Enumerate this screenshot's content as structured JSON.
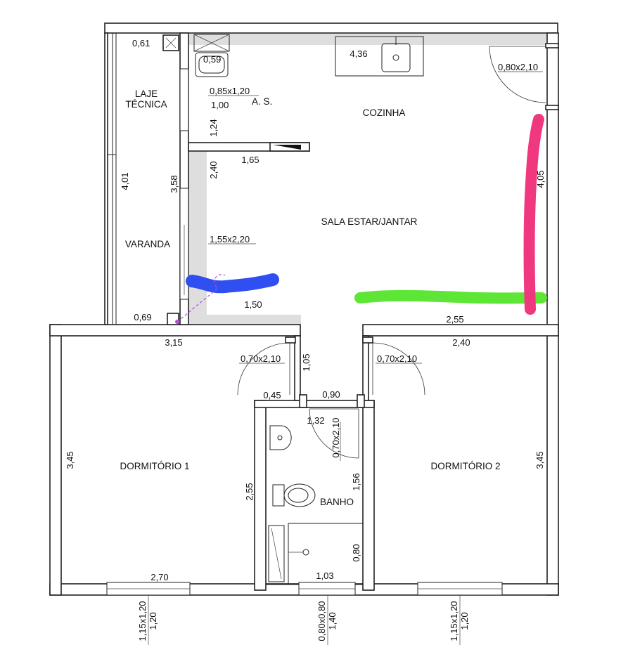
{
  "rooms": {
    "laje_tecnica": "LAJE\nTÉCNICA",
    "laje_line1": "LAJE",
    "laje_line2": "TÉCNICA",
    "as": "A. S.",
    "cozinha": "COZINHA",
    "sala": "SALA ESTAR/JANTAR",
    "varanda": "VARANDA",
    "dormitorio1": "DORMITÓRIO 1",
    "dormitorio2": "DORMITÓRIO 2",
    "banho": "BANHO"
  },
  "dimensions": {
    "d061": "0,61",
    "d059": "0,59",
    "d436": "4,36",
    "door_080x210": "0,80x2,10",
    "w085x120": "0,85x1,20",
    "d100": "1,00",
    "d124": "1,24",
    "d165": "1,65",
    "d240v": "2,40",
    "d401": "4,01",
    "d358": "3,58",
    "d405": "4,05",
    "w155x220": "1,55x2,20",
    "d150": "1,50",
    "d069": "0,69",
    "d255h": "2,55",
    "d315": "3,15",
    "d240h": "2,40",
    "door_d1": "0,70x2,10",
    "door_d2": "0,70x2,10",
    "d105": "1,05",
    "d045": "0,45",
    "d090": "0,90",
    "d132": "1,32",
    "door_bath": "0,70x2,10",
    "d345l": "3,45",
    "d345r": "3,45",
    "d255v": "2,55",
    "d156": "1,56",
    "d080": "0,80",
    "d270": "2,70",
    "d103": "1,03",
    "win_d1_a": "1,15x1,20",
    "win_d1_b": "1,20",
    "win_bath_a": "0,80x0,80",
    "win_bath_b": "1,40",
    "win_d2_a": "1,15x1,20",
    "win_d2_b": "1,20"
  },
  "markers": {
    "blue": "#2f4ff0",
    "green": "#5de635",
    "pink": "#f0387f",
    "purple": "#b14fd6"
  }
}
